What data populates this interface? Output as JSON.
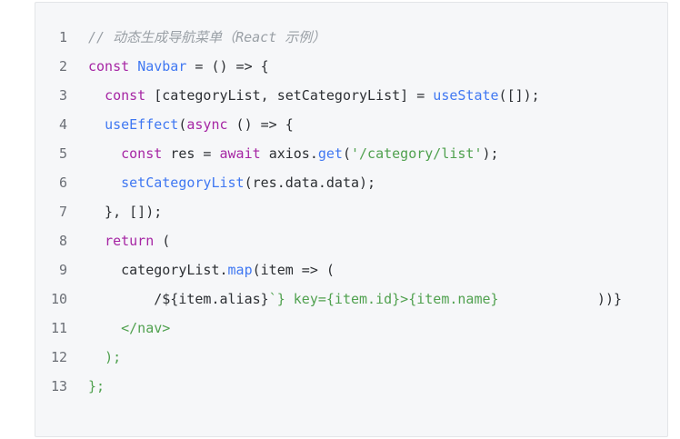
{
  "code": {
    "lines": [
      {
        "num": "1",
        "tokens": [
          {
            "t": "// 动态生成导航菜单（React 示例）",
            "c": "cm"
          }
        ]
      },
      {
        "num": "2",
        "tokens": [
          {
            "t": "const ",
            "c": "kw"
          },
          {
            "t": "Navbar",
            "c": "fn"
          },
          {
            "t": " = () => {",
            "c": ""
          }
        ]
      },
      {
        "num": "3",
        "tokens": [
          {
            "t": "  ",
            "c": ""
          },
          {
            "t": "const ",
            "c": "kw"
          },
          {
            "t": "[categoryList, setCategoryList] = ",
            "c": ""
          },
          {
            "t": "useState",
            "c": "fn"
          },
          {
            "t": "([]);",
            "c": ""
          }
        ]
      },
      {
        "num": "4",
        "tokens": [
          {
            "t": "  ",
            "c": ""
          },
          {
            "t": "useEffect",
            "c": "fn"
          },
          {
            "t": "(",
            "c": ""
          },
          {
            "t": "async",
            "c": "kw"
          },
          {
            "t": " () => {",
            "c": ""
          }
        ]
      },
      {
        "num": "5",
        "tokens": [
          {
            "t": "    ",
            "c": ""
          },
          {
            "t": "const ",
            "c": "kw"
          },
          {
            "t": "res = ",
            "c": ""
          },
          {
            "t": "await ",
            "c": "kw"
          },
          {
            "t": "axios.",
            "c": ""
          },
          {
            "t": "get",
            "c": "fn"
          },
          {
            "t": "(",
            "c": ""
          },
          {
            "t": "'/category/list'",
            "c": "str"
          },
          {
            "t": ");",
            "c": ""
          }
        ]
      },
      {
        "num": "6",
        "tokens": [
          {
            "t": "    ",
            "c": ""
          },
          {
            "t": "setCategoryList",
            "c": "fn"
          },
          {
            "t": "(res.data.data);",
            "c": ""
          }
        ]
      },
      {
        "num": "7",
        "tokens": [
          {
            "t": "  }, []);",
            "c": ""
          }
        ]
      },
      {
        "num": "8",
        "tokens": [
          {
            "t": "  ",
            "c": ""
          },
          {
            "t": "return",
            "c": "kw"
          },
          {
            "t": " (",
            "c": ""
          }
        ]
      },
      {
        "num": "9",
        "tokens": [
          {
            "t": "    categoryList.",
            "c": ""
          },
          {
            "t": "map",
            "c": "fn"
          },
          {
            "t": "(item => (",
            "c": ""
          }
        ]
      },
      {
        "num": "10",
        "tokens": [
          {
            "t": "        /${item.alias}",
            "c": ""
          },
          {
            "t": "`} key={item.id}>{item.name}",
            "c": "str"
          },
          {
            "t": "            ))}",
            "c": ""
          }
        ]
      },
      {
        "num": "11",
        "tokens": [
          {
            "t": "    ",
            "c": ""
          },
          {
            "t": "</nav>",
            "c": "str"
          }
        ]
      },
      {
        "num": "12",
        "tokens": [
          {
            "t": "  ",
            "c": ""
          },
          {
            "t": ");",
            "c": "str"
          }
        ]
      },
      {
        "num": "13",
        "tokens": [
          {
            "t": "};",
            "c": "str"
          }
        ]
      }
    ]
  },
  "colors": {
    "background": "#f6f7f9",
    "keyword": "#a626a4",
    "function": "#4078f2",
    "comment": "#9aa0a6",
    "string": "#50a14f",
    "text": "#2c2f33"
  }
}
